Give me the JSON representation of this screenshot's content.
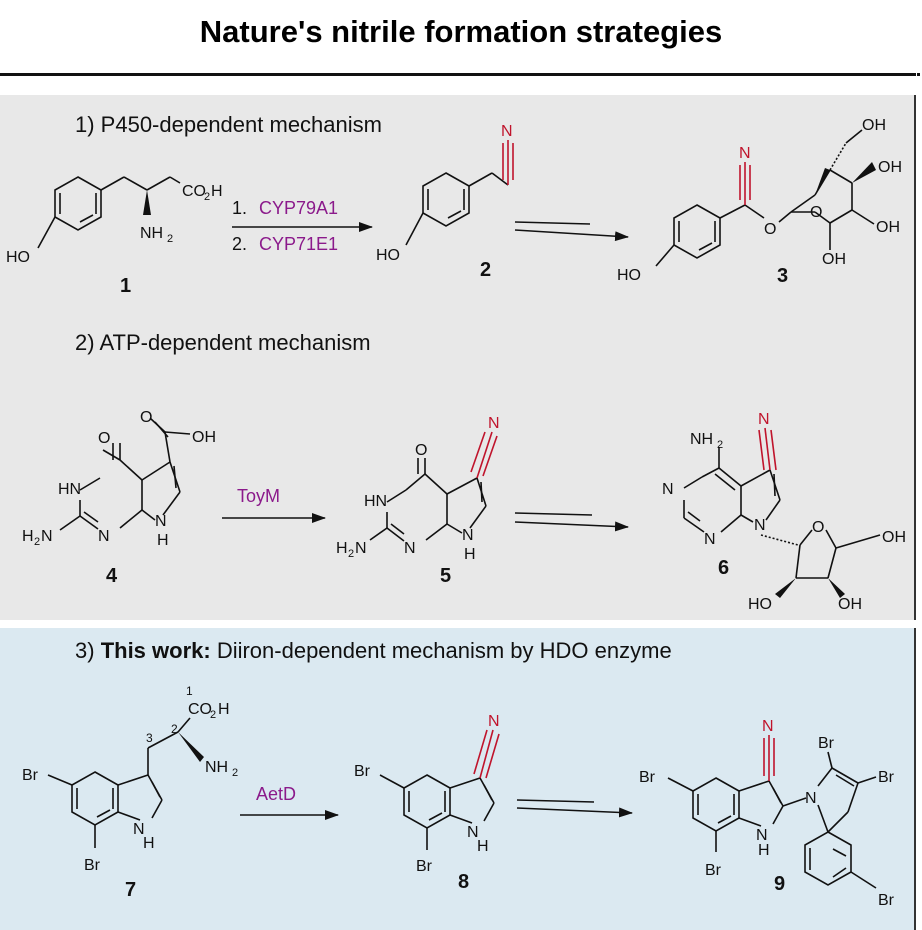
{
  "title": "Nature's nitrile formation strategies",
  "sections": {
    "p450": {
      "label": "1) P450-dependent mechanism"
    },
    "atp": {
      "label": "2) ATP-dependent mechanism"
    },
    "this_work": {
      "prefix": "3) ",
      "bold": "This work:",
      "rest": " Diiron-dependent mechanism by HDO enzyme"
    }
  },
  "compounds": {
    "c1": "1",
    "c2": "2",
    "c3": "3",
    "c4": "4",
    "c5": "5",
    "c6": "6",
    "c7": "7",
    "c8": "8",
    "c9": "9"
  },
  "reagents": {
    "step1_prefix": "1. ",
    "step1_enzyme": "CYP79A1",
    "step2_prefix": "2. ",
    "step2_enzyme": "CYP71E1",
    "toym": "ToyM",
    "aetd": "AetD"
  },
  "atoms": {
    "N": "N",
    "O": "O",
    "H": "H",
    "HO": "HO",
    "OH": "OH",
    "HN": "HN",
    "CO": "CO",
    "two": "2",
    "NH": "NH",
    "Br": "Br",
    "H2N_H": "H",
    "pos1": "1",
    "pos2": "2",
    "pos3": "3"
  },
  "colors": {
    "nitrile": "#c0142c",
    "enzyme": "#8b1a8b",
    "panel_gray": "#e8e8e8",
    "panel_blue": "#dbe9f1"
  }
}
